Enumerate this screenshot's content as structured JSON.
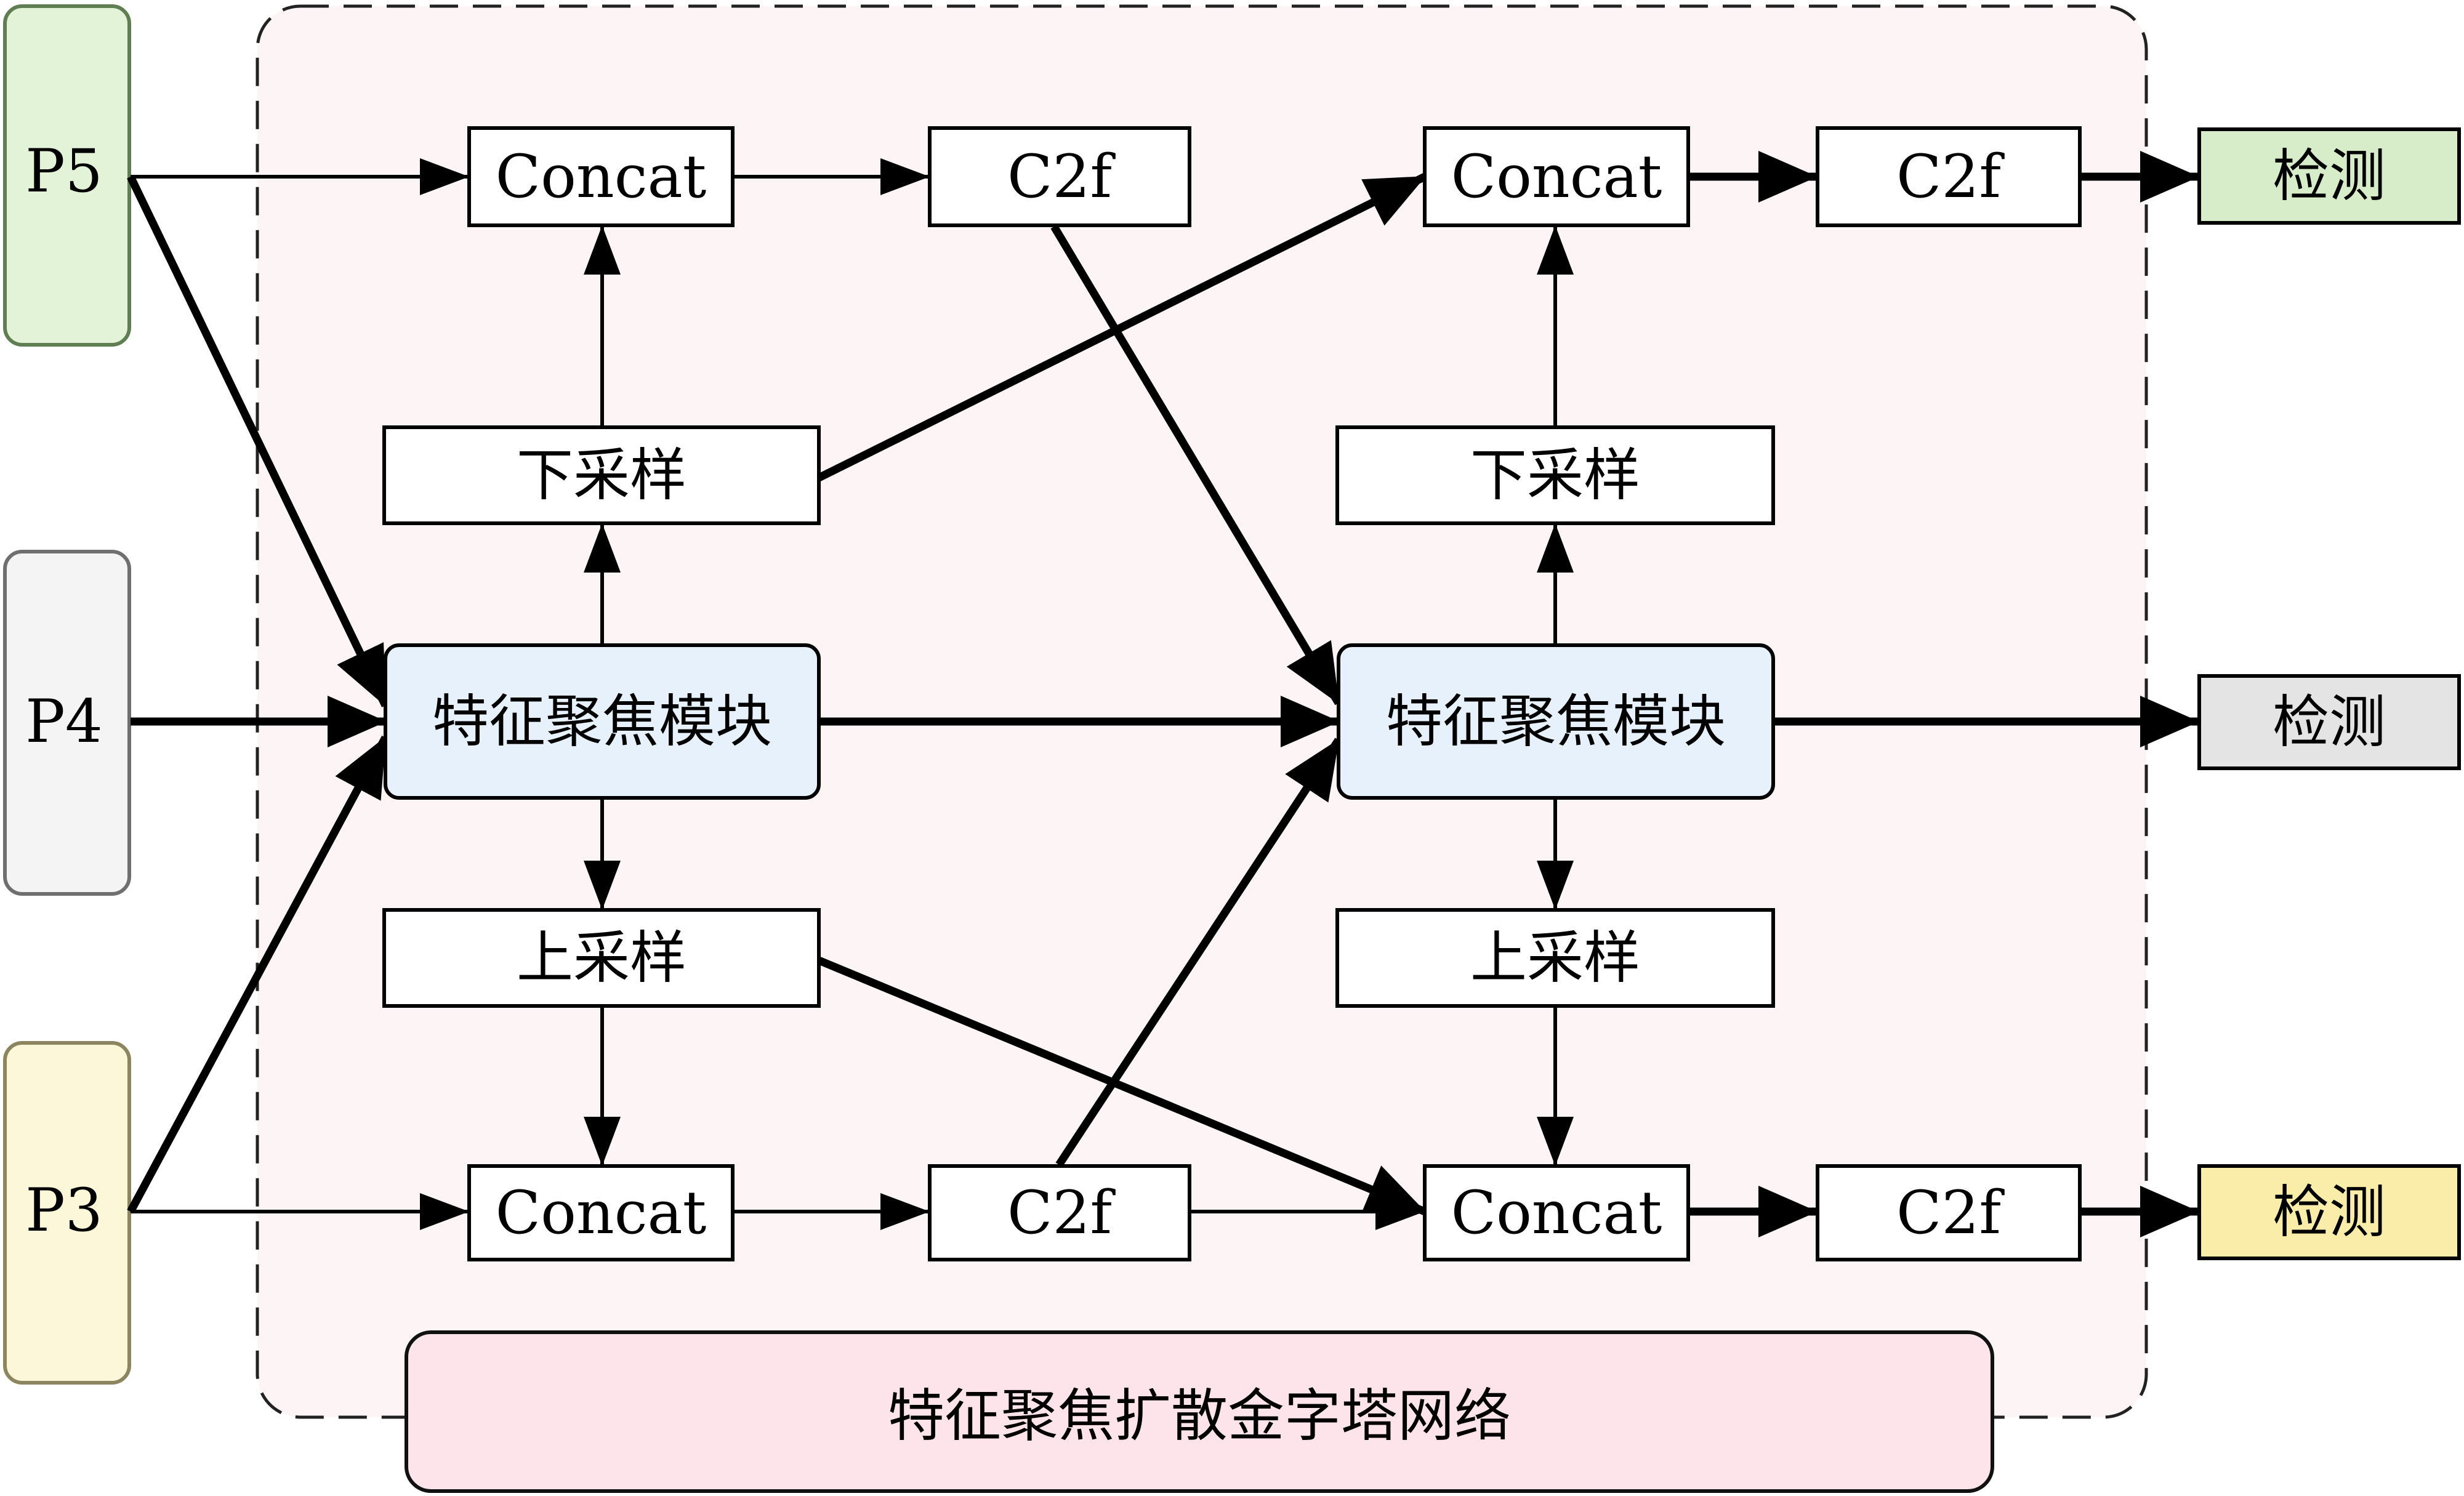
{
  "inputs": {
    "p5": "P5",
    "p4": "P4",
    "p3": "P3"
  },
  "left_column": {
    "concat_top": "Concat",
    "c2f_top": "C2f",
    "downsample": "下采样",
    "focus_module": "特征聚焦模块",
    "upsample": "上采样",
    "concat_bottom": "Concat",
    "c2f_bottom": "C2f"
  },
  "right_column": {
    "concat_top": "Concat",
    "c2f_top": "C2f",
    "downsample": "下采样",
    "focus_module": "特征聚焦模块",
    "upsample": "上采样",
    "concat_bottom": "Concat",
    "c2f_bottom": "C2f"
  },
  "outputs": {
    "detect_top": "检测",
    "detect_mid": "检测",
    "detect_bottom": "检测"
  },
  "network_label": "特征聚焦扩散金字塔网络",
  "colors": {
    "p5_fill": "#e3f3d8",
    "p5_stroke": "#5f7f52",
    "p4_fill": "#f4f4f4",
    "p4_stroke": "#6f6f6f",
    "p3_fill": "#fdf7d9",
    "p3_stroke": "#8c8560",
    "module_fill": "#e6f1fb",
    "network_bg": "#fdf4f6",
    "label_fill": "#fce4ea",
    "detect_top_fill": "#d7ecc9",
    "detect_mid_fill": "#e4e4e4",
    "detect_bottom_fill": "#faedaa"
  }
}
